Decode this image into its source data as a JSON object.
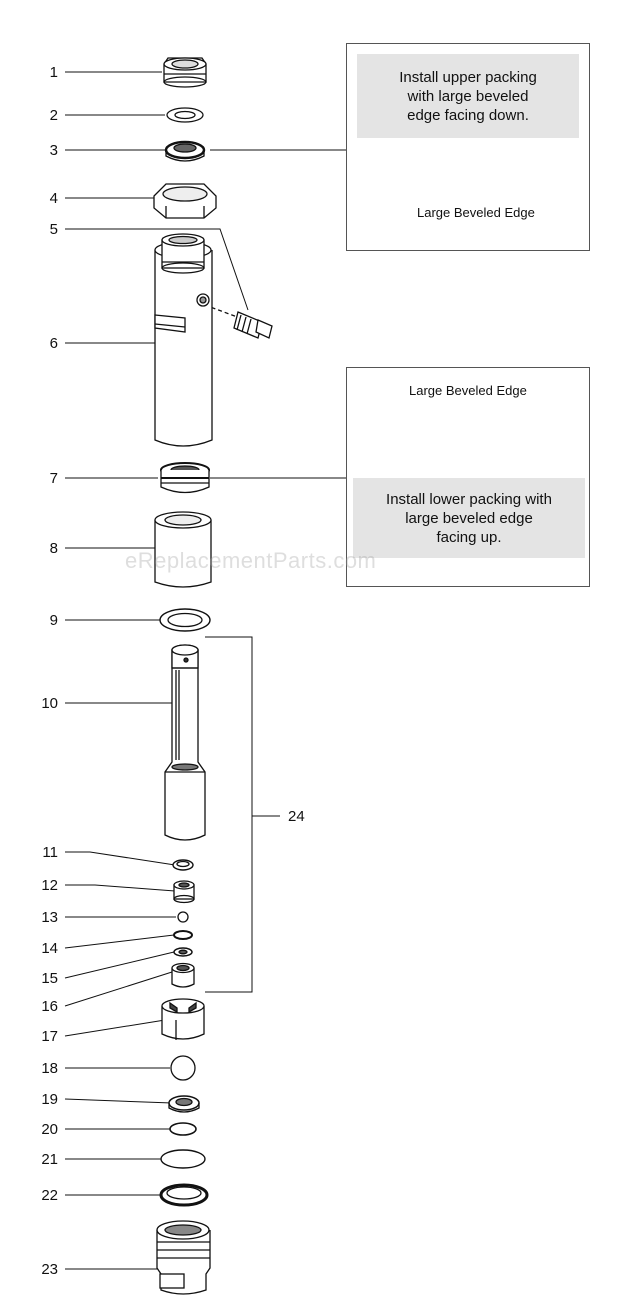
{
  "callouts": [
    "1",
    "2",
    "3",
    "4",
    "5",
    "6",
    "7",
    "8",
    "9",
    "10",
    "11",
    "12",
    "13",
    "14",
    "15",
    "16",
    "17",
    "18",
    "19",
    "20",
    "21",
    "22",
    "23",
    "24"
  ],
  "notes": {
    "upper": {
      "text": "Install upper packing\nwith large beveled\nedge facing down.",
      "edge_label": "Large Beveled Edge"
    },
    "lower": {
      "text": "Install lower packing with\nlarge beveled edge\nfacing up.",
      "edge_label": "Large Beveled Edge"
    }
  },
  "watermark": "eReplacementParts.com",
  "colors": {
    "line": "#111111",
    "note_fill": "#e4e4e4"
  }
}
